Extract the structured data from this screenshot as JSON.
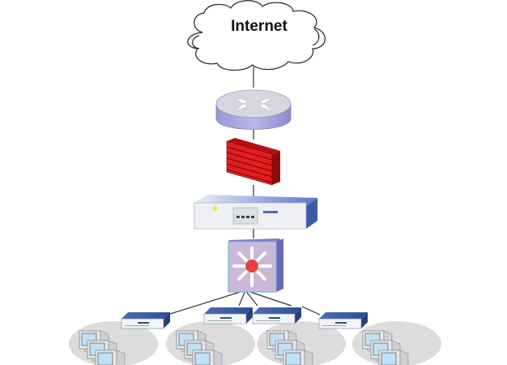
{
  "diagram": {
    "internet_label": "Internet",
    "nodes": [
      {
        "id": "internet",
        "type": "cloud"
      },
      {
        "id": "router",
        "type": "router"
      },
      {
        "id": "firewall",
        "type": "firewall"
      },
      {
        "id": "server",
        "type": "server-appliance"
      },
      {
        "id": "core-switch",
        "type": "layer3-switch"
      },
      {
        "id": "access-switch-1",
        "type": "switch"
      },
      {
        "id": "access-switch-2",
        "type": "switch"
      },
      {
        "id": "access-switch-3",
        "type": "switch"
      },
      {
        "id": "access-switch-4",
        "type": "switch"
      },
      {
        "id": "workgroup-1",
        "type": "pc-group"
      },
      {
        "id": "workgroup-2",
        "type": "pc-group"
      },
      {
        "id": "workgroup-3",
        "type": "pc-group"
      },
      {
        "id": "workgroup-4",
        "type": "pc-group"
      }
    ],
    "colors": {
      "router": "#a9a6e0",
      "firewall": "#d81818",
      "switch": "#3a5fa8",
      "core_switch_dot": "#e84040",
      "workgroup_bg": "#dcdcdc"
    }
  }
}
